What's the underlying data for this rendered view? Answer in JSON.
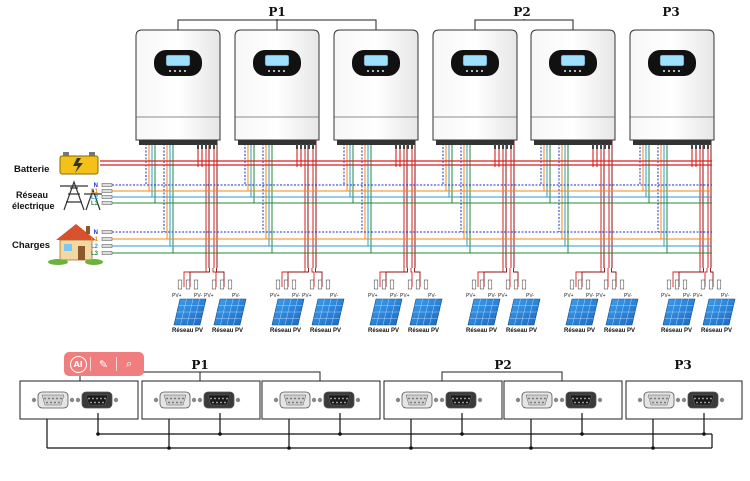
{
  "groups": [
    "P1",
    "P2",
    "P3"
  ],
  "labels": {
    "battery": "Batterie",
    "grid_line1": "Réseau",
    "grid_line2": "électrique",
    "loads": "Charges"
  },
  "phases": [
    "N",
    "L1",
    "L2",
    "L3"
  ],
  "phase_colors": {
    "N": "#1a2fd6",
    "L1": "#f08a12",
    "L2": "#2b9ad8",
    "L3": "#1f8a3a"
  },
  "battery_color": "#d81e1e",
  "pv": {
    "label": "Réseau PV",
    "plus": "PV+",
    "minus": "PV-"
  },
  "inverter_count": 6,
  "toolbar": {
    "ai": "AI",
    "magic": "✎",
    "search": "⌕"
  },
  "icons": [
    "battery-icon",
    "pylon-icon",
    "house-icon",
    "inverter-icon",
    "solar-panel-icon",
    "db9-connector-icon"
  ]
}
